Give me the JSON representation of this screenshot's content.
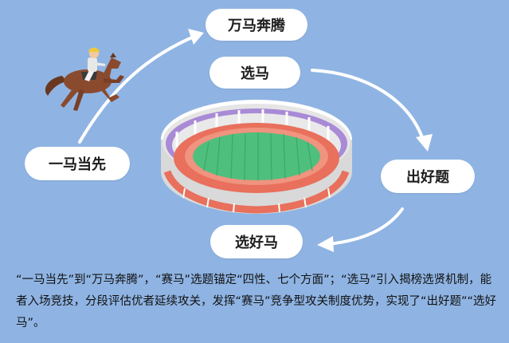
{
  "diagram": {
    "nodes": {
      "top": "万马奔腾",
      "select": "选马",
      "first": "一马当先",
      "good_question": "出好题",
      "good_horse": "选好马"
    },
    "caption": "“一马当先”到“万马奔腾”，“赛马”选题锚定“四性、七个方面”；“选马”引入揭榜选贤机制，能者入场竞技，分段评估优者延续攻关，发挥“赛马”竞争型攻关制度优势，实现了“出好题”“选好马”。"
  },
  "colors": {
    "background": "#8fb4e3",
    "pill": "#ffffff",
    "arrow": "#ffffff",
    "track": "#e8705c",
    "field": "#4fbf7e",
    "stand_purple": "#a98ad6",
    "stand_gray": "#d9d9d9",
    "horse": "#8a4a2e"
  },
  "icons": [
    "horse-rider-icon",
    "stadium-icon"
  ]
}
